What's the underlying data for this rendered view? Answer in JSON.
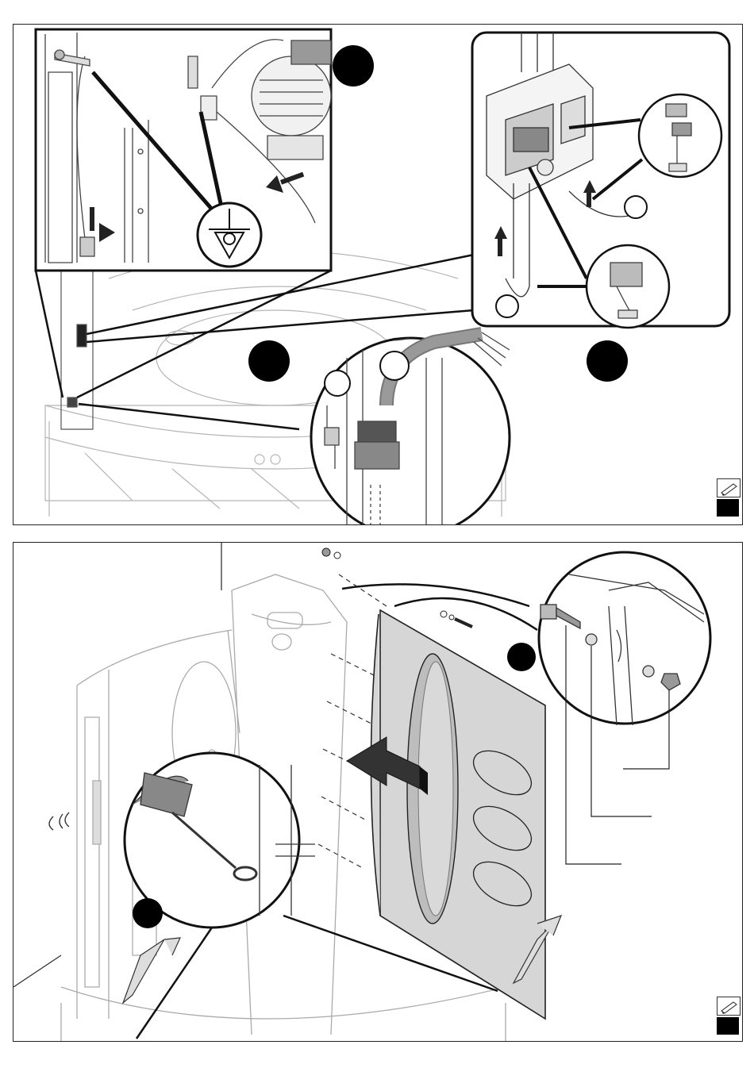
{
  "document": {
    "kind": "assembly-instructions",
    "pages": [
      {
        "id": "step-electrical",
        "callouts": [
          "badge-a",
          "badge-b",
          "badge-c"
        ],
        "icons": [
          "ground-symbol-icon",
          "pencil-icon"
        ]
      },
      {
        "id": "step-back-panel",
        "callouts": [
          "badge-d",
          "badge-e"
        ],
        "icons": [
          "pencil-icon"
        ]
      }
    ]
  },
  "colors": {
    "line": "#222222",
    "light_line": "#9a9a9a",
    "panel_fill": "#d9d9d9",
    "badge": "#000000"
  }
}
